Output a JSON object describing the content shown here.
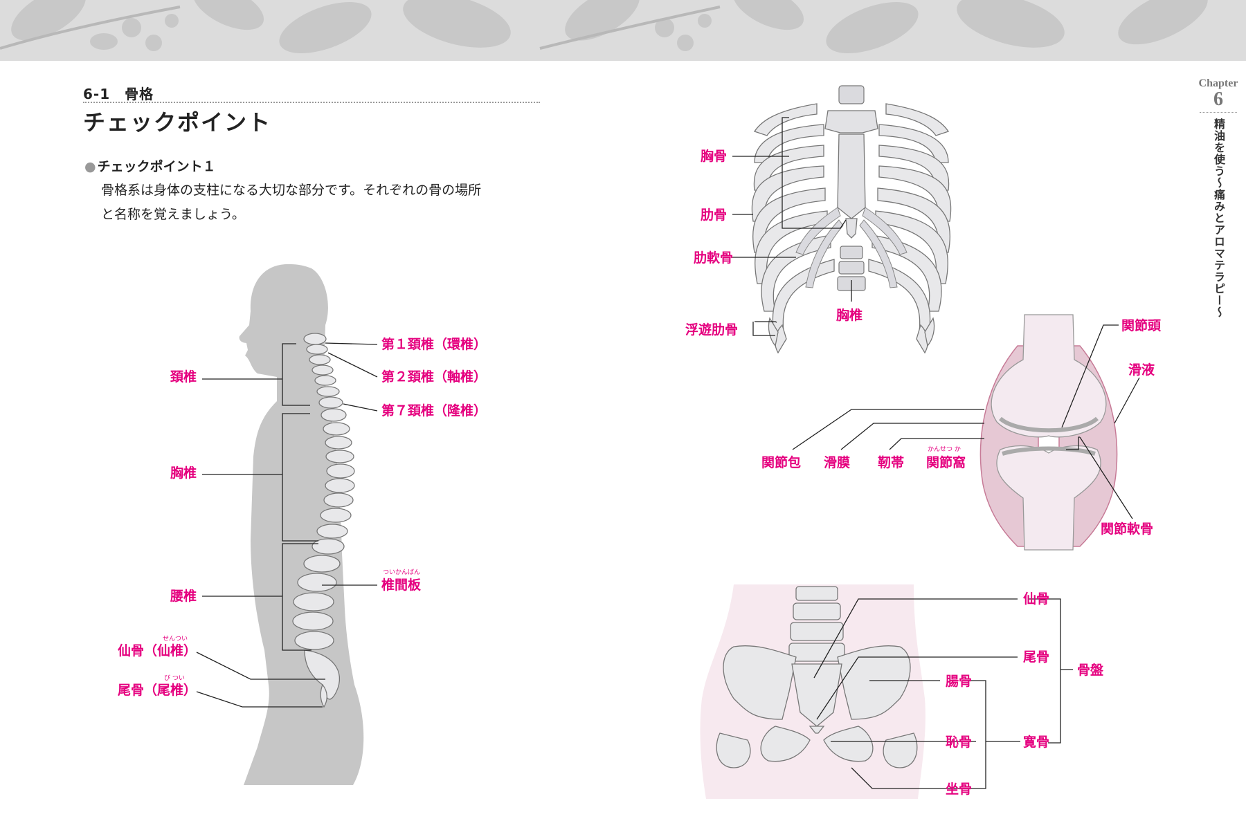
{
  "section": "6-1　骨格",
  "title": "チェックポイント",
  "checkpoint": {
    "bullet": "●",
    "heading": "チェックポイント１",
    "body_line1": "骨格系は身体の支柱になる大切な部分です。それぞれの骨の場所",
    "body_line2": "と名称を覚えましょう。"
  },
  "chapter": {
    "label": "Chapter",
    "number": "6",
    "subtitle": "精油を使う～痛みとアロマテラピー～"
  },
  "spine": {
    "cervical": "頚椎",
    "thoracic": "胸椎",
    "lumbar": "腰椎",
    "sacrum": "仙骨（仙椎）",
    "sacrum_furigana": "せんつい",
    "coccyx": "尾骨（尾椎）",
    "coccyx_furigana": "び つい",
    "atlas": "第１頚椎（環椎）",
    "axis": "第２頚椎（軸椎）",
    "c7": "第７頚椎（隆椎）",
    "disc": "椎間板",
    "disc_furigana": "ついかんばん"
  },
  "ribcage": {
    "sternum": "胸骨",
    "ribs": "肋骨",
    "costal_cartilage": "肋軟骨",
    "floating_ribs": "浮遊肋骨",
    "thoracic_vertebrae": "胸椎"
  },
  "joint": {
    "head": "関節頭",
    "synovial_fluid": "滑液",
    "capsule": "関節包",
    "synovium": "滑膜",
    "ligament": "靭帯",
    "socket": "関節窩",
    "socket_furigana": "かんせつ か",
    "cartilage": "関節軟骨"
  },
  "pelvis": {
    "sacrum": "仙骨",
    "coccyx": "尾骨",
    "pelvis": "骨盤",
    "ilium": "腸骨",
    "pubis": "恥骨",
    "hip_bone": "寛骨",
    "ischium": "坐骨"
  },
  "colors": {
    "label_magenta": "#e5007f",
    "silhouette_gray": "#c6c6c6",
    "bone_fill": "#e8e8ea",
    "cartilage_pink": "#e6c8d4"
  }
}
